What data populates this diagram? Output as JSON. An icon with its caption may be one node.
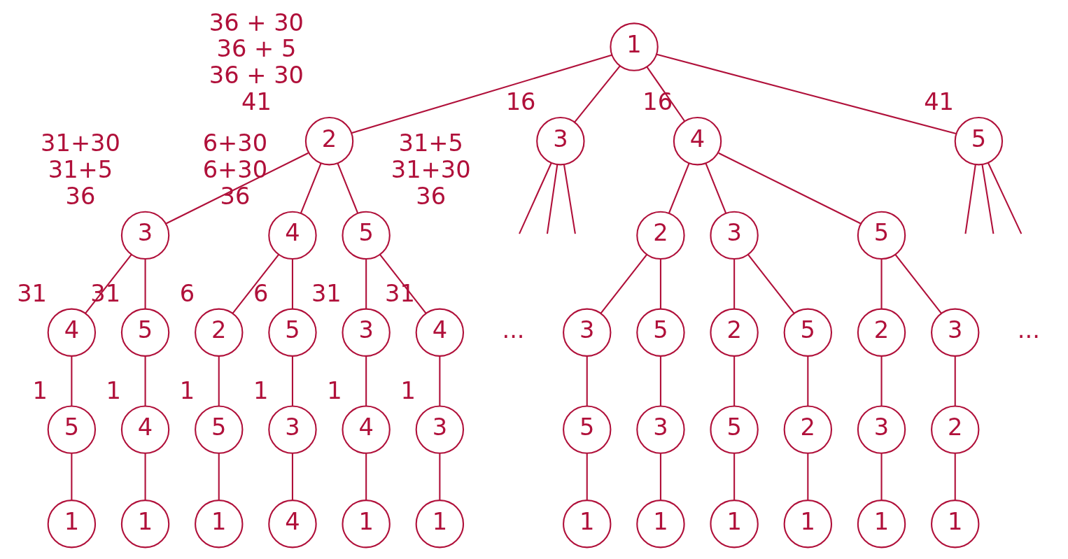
{
  "diagram": {
    "nodes": [
      {
        "text": [
          "1"
        ]
      },
      {
        "text": [
          "2"
        ],
        "beside": [
          "36 + 30",
          "36 + 5",
          "36 + 30",
          "41"
        ]
      },
      {
        "text": [
          "3"
        ],
        "beside": [
          "16"
        ]
      },
      {
        "text": [
          "4"
        ],
        "beside": [
          "16"
        ]
      },
      {
        "text": [
          "5"
        ],
        "beside": [
          "41"
        ]
      },
      {
        "text": [
          "3"
        ],
        "beside": [
          "31+30",
          "31+5",
          "36"
        ]
      },
      {
        "text": [
          "4"
        ],
        "beside": [
          "6+30",
          "6+30",
          "36"
        ]
      },
      {
        "text": [
          "5"
        ],
        "beside": [
          "31+5",
          "31+30",
          "36"
        ]
      },
      {
        "text": [
          "2"
        ]
      },
      {
        "text": [
          "3"
        ]
      },
      {
        "text": [
          "5"
        ]
      },
      {
        "text": [
          "4"
        ],
        "beside": [
          "31"
        ]
      },
      {
        "text": [
          "5"
        ],
        "beside": [
          "31"
        ]
      },
      {
        "text": [
          "2"
        ],
        "beside": [
          "6"
        ]
      },
      {
        "text": [
          "5"
        ],
        "beside": [
          "6"
        ]
      },
      {
        "text": [
          "3"
        ],
        "beside": [
          "31"
        ]
      },
      {
        "text": [
          "4"
        ],
        "beside": [
          "31"
        ]
      },
      {
        "text": [
          "3"
        ]
      },
      {
        "text": [
          "5"
        ]
      },
      {
        "text": [
          "2"
        ]
      },
      {
        "text": [
          "5"
        ]
      },
      {
        "text": [
          "2"
        ]
      },
      {
        "text": [
          "3"
        ]
      },
      {
        "text": [
          "5"
        ],
        "beside": [
          "1"
        ]
      },
      {
        "text": [
          "4"
        ],
        "beside": [
          "1"
        ]
      },
      {
        "text": [
          "5"
        ],
        "beside": [
          "1"
        ]
      },
      {
        "text": [
          "3"
        ],
        "beside": [
          "1"
        ]
      },
      {
        "text": [
          "4"
        ],
        "beside": [
          "1"
        ]
      },
      {
        "text": [
          "3"
        ],
        "beside": [
          "1"
        ]
      },
      {
        "text": [
          "5"
        ]
      },
      {
        "text": [
          "3"
        ]
      },
      {
        "text": [
          "5"
        ]
      },
      {
        "text": [
          "2"
        ]
      },
      {
        "text": [
          "3"
        ]
      },
      {
        "text": [
          "2"
        ]
      },
      {
        "text": [
          "1"
        ]
      },
      {
        "text": [
          "1"
        ]
      },
      {
        "text": [
          "1"
        ]
      },
      {
        "text": [
          "4"
        ]
      },
      {
        "text": [
          "1"
        ]
      },
      {
        "text": [
          "1"
        ]
      },
      {
        "text": [
          "1"
        ]
      },
      {
        "text": [
          "1"
        ]
      },
      {
        "text": [
          "1"
        ]
      },
      {
        "text": [
          "1"
        ]
      },
      {
        "text": [
          "1"
        ]
      },
      {
        "text": [
          "1"
        ]
      }
    ],
    "edges": [
      {
        "from": 0,
        "to": 1,
        "arrow": "none"
      },
      {
        "from": 0,
        "to": 2,
        "arrow": "none"
      },
      {
        "from": 0,
        "to": 3,
        "arrow": "none"
      },
      {
        "from": 0,
        "to": 4,
        "arrow": "none"
      },
      {
        "from": 1,
        "to": 5,
        "arrow": "none"
      },
      {
        "from": 1,
        "to": 6,
        "arrow": "none"
      },
      {
        "from": 1,
        "to": 7,
        "arrow": "none"
      },
      {
        "from": 2,
        "to": null,
        "arrow": "none"
      },
      {
        "from": 2,
        "to": null,
        "arrow": "none"
      },
      {
        "from": 2,
        "to": null,
        "arrow": "none"
      },
      {
        "from": 3,
        "to": 8,
        "arrow": "none"
      },
      {
        "from": 3,
        "to": 9,
        "arrow": "none"
      },
      {
        "from": 3,
        "to": 10,
        "arrow": "none"
      },
      {
        "from": 4,
        "to": null,
        "arrow": "none"
      },
      {
        "from": 4,
        "to": null,
        "arrow": "none"
      },
      {
        "from": 4,
        "to": null,
        "arrow": "none"
      },
      {
        "from": 5,
        "to": 11,
        "arrow": "none"
      },
      {
        "from": 5,
        "to": 12,
        "arrow": "none"
      },
      {
        "from": 6,
        "to": 13,
        "arrow": "none"
      },
      {
        "from": 6,
        "to": 14,
        "arrow": "none"
      },
      {
        "from": 7,
        "to": 15,
        "arrow": "none"
      },
      {
        "from": 7,
        "to": 16,
        "arrow": "none"
      },
      {
        "from": 8,
        "to": 17,
        "arrow": "none"
      },
      {
        "from": 8,
        "to": 18,
        "arrow": "none"
      },
      {
        "from": 9,
        "to": 19,
        "arrow": "none"
      },
      {
        "from": 9,
        "to": 20,
        "arrow": "none"
      },
      {
        "from": 10,
        "to": 21,
        "arrow": "none"
      },
      {
        "from": 10,
        "to": 22,
        "arrow": "none"
      },
      {
        "from": 11,
        "to": 23,
        "arrow": "none"
      },
      {
        "from": 12,
        "to": 24,
        "arrow": "none"
      },
      {
        "from": 13,
        "to": 25,
        "arrow": "none"
      },
      {
        "from": 14,
        "to": 26,
        "arrow": "none"
      },
      {
        "from": 15,
        "to": 27,
        "arrow": "none"
      },
      {
        "from": 16,
        "to": 28,
        "arrow": "none"
      },
      {
        "from": 17,
        "to": 29,
        "arrow": "none"
      },
      {
        "from": 18,
        "to": 30,
        "arrow": "none"
      },
      {
        "from": 19,
        "to": 31,
        "arrow": "none"
      },
      {
        "from": 20,
        "to": 32,
        "arrow": "none"
      },
      {
        "from": 21,
        "to": 33,
        "arrow": "none"
      },
      {
        "from": 22,
        "to": 34,
        "arrow": "none"
      },
      {
        "from": 23,
        "to": 35,
        "arrow": "none"
      },
      {
        "from": 24,
        "to": 36,
        "arrow": "none"
      },
      {
        "from": 25,
        "to": 37,
        "arrow": "none"
      },
      {
        "from": 26,
        "to": 38,
        "arrow": "none"
      },
      {
        "from": 27,
        "to": 39,
        "arrow": "none"
      },
      {
        "from": 28,
        "to": 40,
        "arrow": "none"
      },
      {
        "from": 29,
        "to": 41,
        "arrow": "none"
      },
      {
        "from": 30,
        "to": 42,
        "arrow": "none"
      },
      {
        "from": 31,
        "to": 43,
        "arrow": "none"
      },
      {
        "from": 32,
        "to": 44,
        "arrow": "none"
      },
      {
        "from": 33,
        "to": 45,
        "arrow": "none"
      },
      {
        "from": 34,
        "to": 46,
        "arrow": "none"
      }
    ],
    "labels": [
      "...",
      "..."
    ]
  }
}
